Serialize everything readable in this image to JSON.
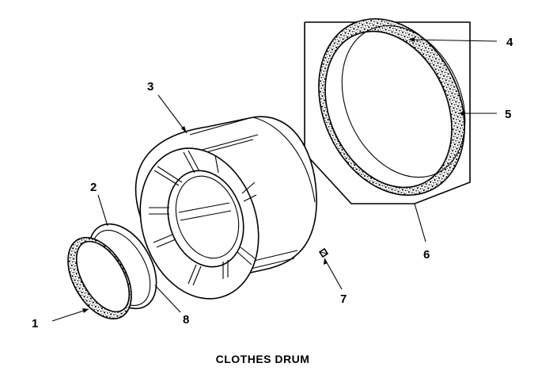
{
  "diagram": {
    "caption": "CLOTHES DRUM",
    "callouts": [
      {
        "id": "1",
        "label": "1"
      },
      {
        "id": "2",
        "label": "2"
      },
      {
        "id": "3",
        "label": "3"
      },
      {
        "id": "4",
        "label": "4"
      },
      {
        "id": "5",
        "label": "5"
      },
      {
        "id": "6",
        "label": "6"
      },
      {
        "id": "7",
        "label": "7"
      },
      {
        "id": "8",
        "label": "8"
      }
    ]
  }
}
